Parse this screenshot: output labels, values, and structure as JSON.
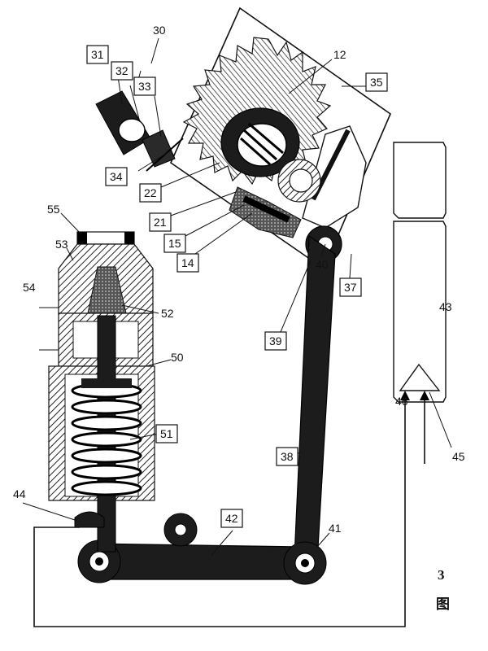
{
  "figure": {
    "caption_char": "图",
    "caption_num": "3",
    "labels": {
      "n30": "30",
      "n31": "31",
      "n32": "32",
      "n33": "33",
      "n12": "12",
      "n35": "35",
      "n34": "34",
      "n22": "22",
      "n21": "21",
      "n15": "15",
      "n14": "14",
      "n40": "40",
      "n37": "37",
      "n39": "39",
      "n55": "55",
      "n53": "53",
      "n54": "54",
      "n52": "52",
      "n50": "50",
      "n51": "51",
      "n44": "44",
      "n42": "42",
      "n38": "38",
      "n41": "41",
      "n43": "43",
      "n46": "46",
      "n45": "45"
    }
  }
}
